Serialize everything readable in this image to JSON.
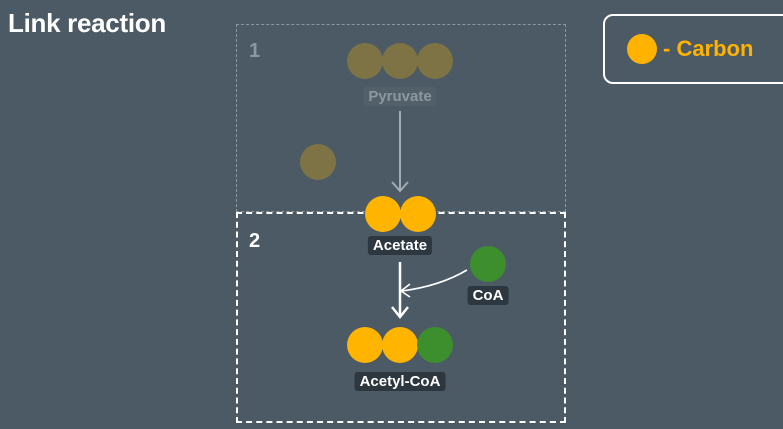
{
  "title": "Link reaction",
  "legend": {
    "text": "- Carbon",
    "dot_color": "#ffb300"
  },
  "steps": [
    {
      "number": "1"
    },
    {
      "number": "2"
    }
  ],
  "molecules": {
    "pyruvate": {
      "label": "Pyruvate",
      "carbons": 3
    },
    "released_carbon": {
      "carbons": 1
    },
    "acetate": {
      "label": "Acetate",
      "carbons": 2
    },
    "coa": {
      "label": "CoA"
    },
    "acetyl_coa": {
      "label": "Acetyl-CoA",
      "carbons": 2
    }
  },
  "colors": {
    "carbon": "#ffb400",
    "carbon_faded": "#7e7344",
    "coa": "#3c8f2c",
    "background": "#4b5a65"
  }
}
